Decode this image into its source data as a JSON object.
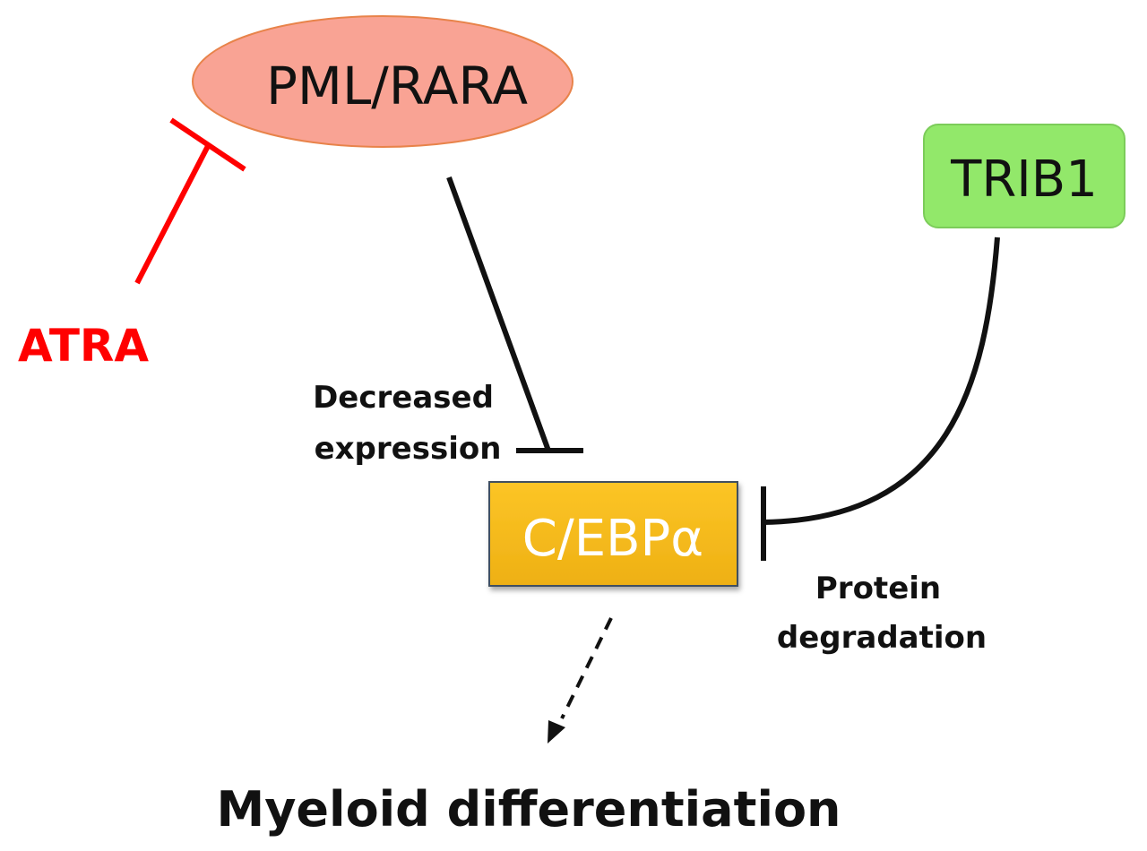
{
  "nodes": {
    "pml_rara": {
      "label": "PML/RARA",
      "fill": "#f9a394",
      "stroke": "#e8834a",
      "text_color": "#111111"
    },
    "trib1": {
      "label": "TRIB1",
      "fill": "#92e86a",
      "stroke": "#7ccc5a",
      "text_color": "#111111"
    },
    "cebpa": {
      "label": "C/EBPα",
      "fill": "#f6bb1c",
      "stroke": "#3f4f60",
      "text_color": "#ffffff"
    },
    "atra": {
      "label": "ATRA",
      "color": "#ff0000"
    }
  },
  "labels": {
    "decreased_expression_line1": "Decreased",
    "decreased_expression_line2": "expression",
    "protein_degradation_line1": "Protein",
    "protein_degradation_line2": "degradation",
    "myeloid_differentiation": "Myeloid differentiation"
  },
  "edges": [
    {
      "from": "ATRA",
      "to": "PML/RARA",
      "type": "inhibition",
      "color": "#ff0000"
    },
    {
      "from": "PML/RARA",
      "to": "C/EBPα",
      "type": "inhibition",
      "label": "Decreased expression",
      "color": "#111111"
    },
    {
      "from": "TRIB1",
      "to": "C/EBPα",
      "type": "inhibition",
      "label": "Protein degradation",
      "color": "#111111"
    },
    {
      "from": "C/EBPα",
      "to": "Myeloid differentiation",
      "type": "activation-dashed",
      "color": "#111111"
    }
  ]
}
